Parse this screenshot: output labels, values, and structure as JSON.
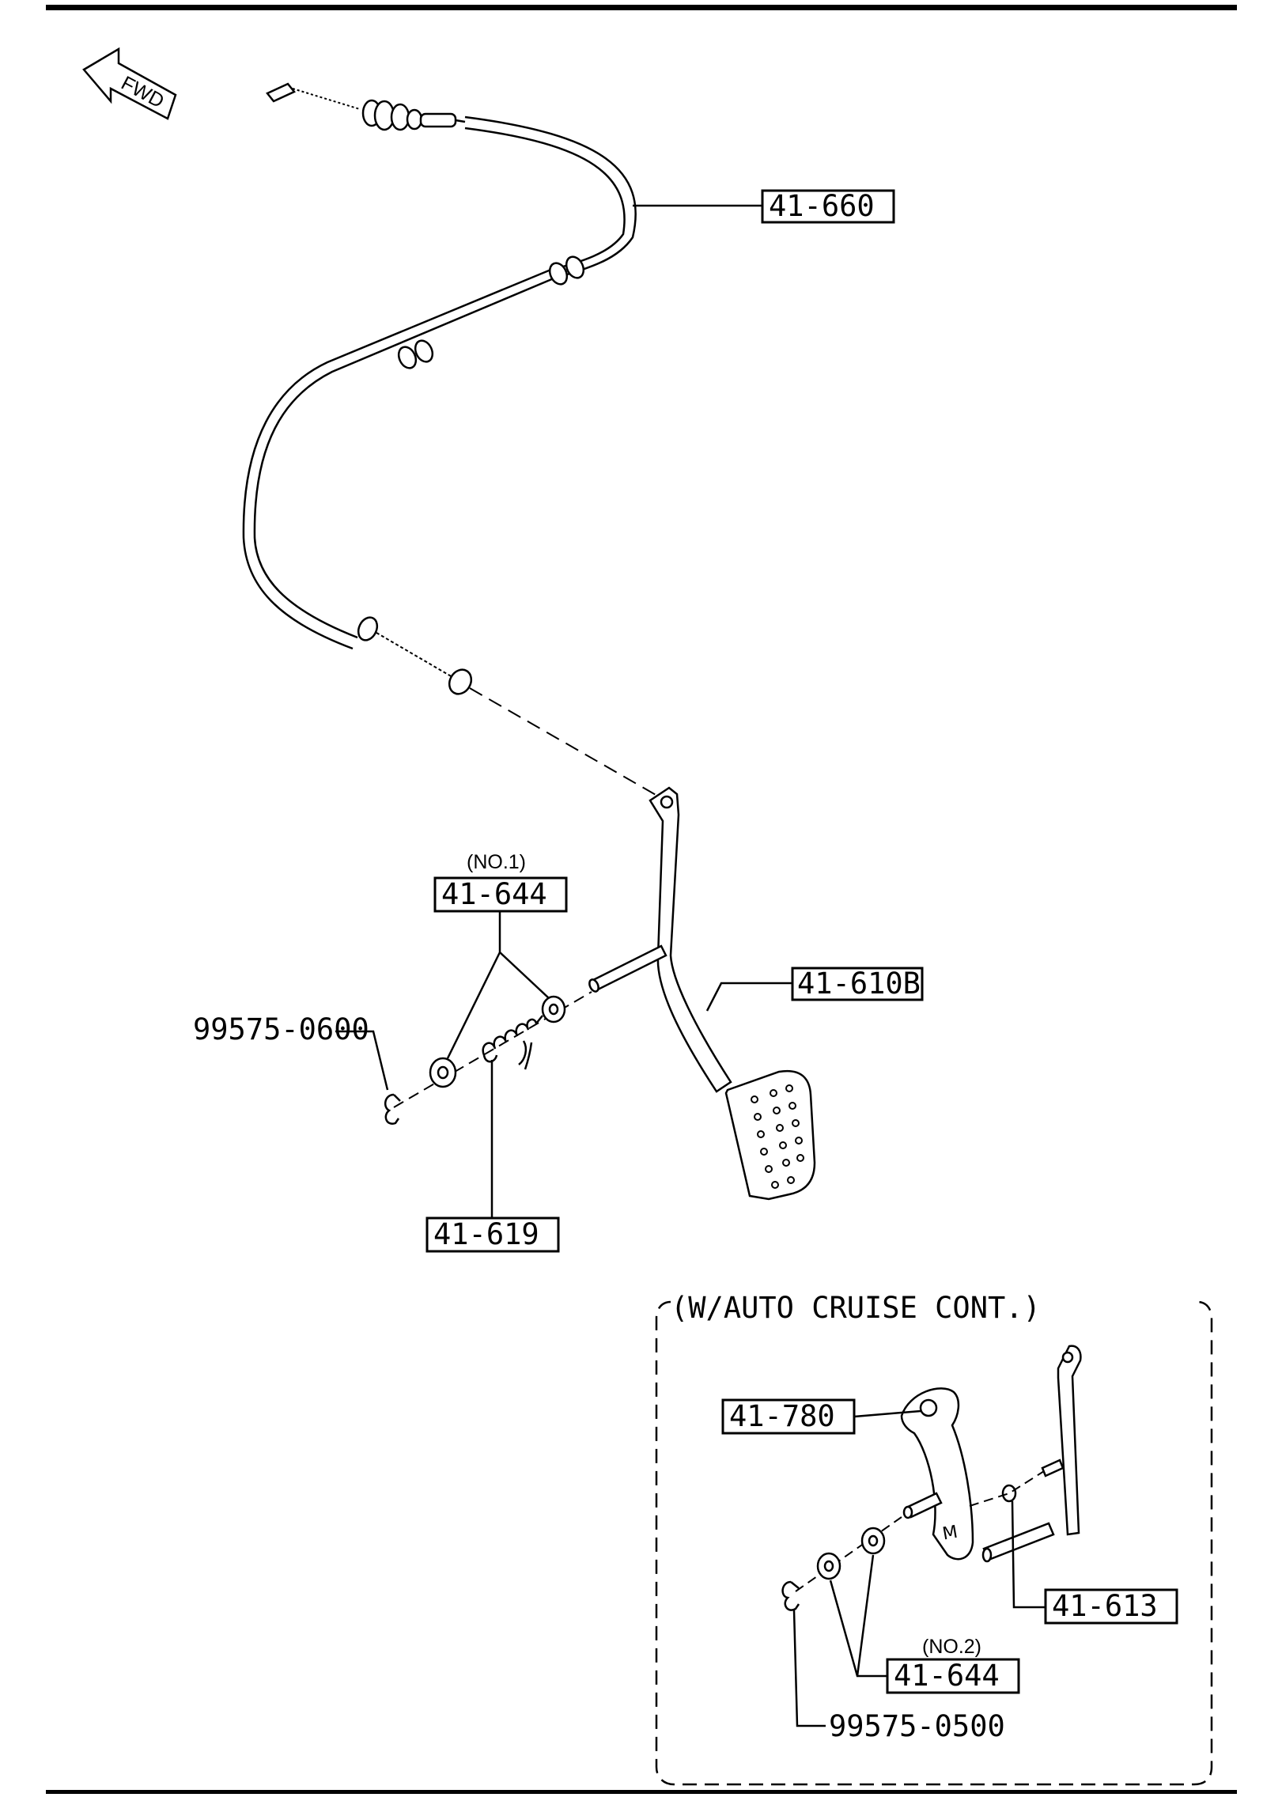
{
  "direction_label": "FWD",
  "parts": {
    "accel_cable": "41-660",
    "accel_pedal": "41-610B",
    "bushing_no1": "41-644",
    "bushing_no1_note": "(NO.1)",
    "return_spring": "41-619",
    "clip_upper": "99575-0600",
    "cruise_lever": "41-780",
    "cruise_pin": "41-613",
    "bushing_no2": "41-644",
    "bushing_no2_note": "(NO.2)",
    "clip_lower": "99575-0500"
  },
  "inset": {
    "title": "(W/AUTO CRUISE CONT.)"
  }
}
